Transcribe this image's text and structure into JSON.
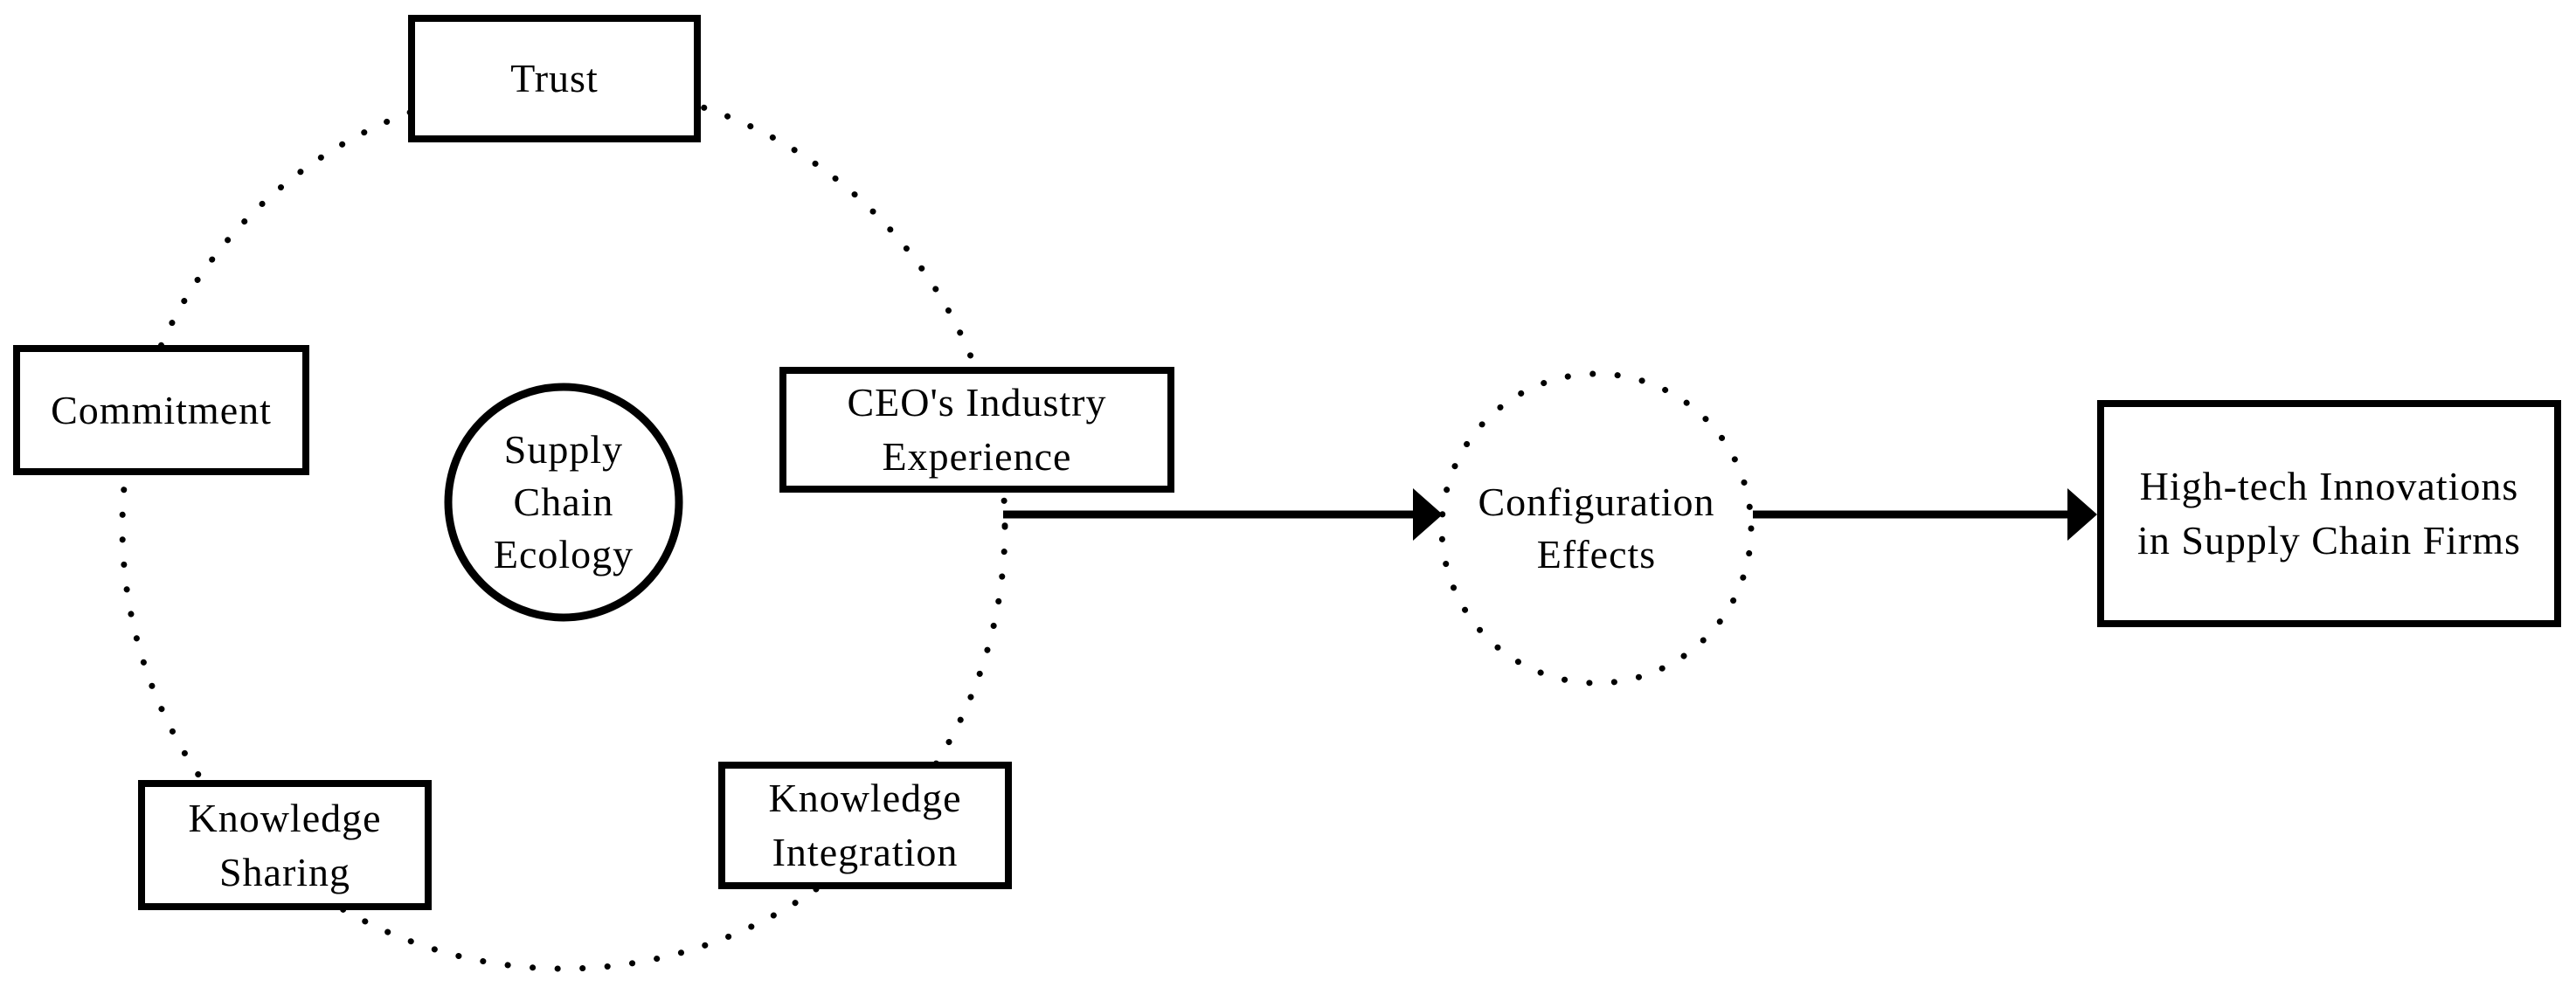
{
  "figure": {
    "background_color": "#ffffff",
    "ink_color": "#000000",
    "type": "conceptual-model-diagram"
  },
  "nodes": {
    "trust": {
      "label": "Trust",
      "shape": "rectangle"
    },
    "commitment": {
      "label": "Commitment",
      "shape": "rectangle"
    },
    "knowledge_sharing": {
      "label": "Knowledge\nSharing",
      "shape": "rectangle"
    },
    "knowledge_integration": {
      "label": "Knowledge\nIntegration",
      "shape": "rectangle"
    },
    "ceo_industry_experience": {
      "label": "CEO's Industry\nExperience",
      "shape": "rectangle"
    },
    "supply_chain_ecology": {
      "label": "Supply\nChain\nEcology",
      "shape": "solid-circle"
    },
    "configuration_effects": {
      "label": "Configuration\nEffects",
      "shape": "dotted-circle"
    },
    "high_tech_innovations": {
      "label": "High-tech Innovations\nin Supply Chain Firms",
      "shape": "rectangle"
    }
  },
  "groups": {
    "ecosystem_boundary": {
      "shape": "dotted-ellipse",
      "members": [
        "trust",
        "commitment",
        "knowledge_sharing",
        "knowledge_integration",
        "ceo_industry_experience",
        "supply_chain_ecology"
      ]
    }
  },
  "edges": [
    {
      "from": "ecosystem_boundary",
      "to": "configuration_effects",
      "style": "solid-arrow"
    },
    {
      "from": "configuration_effects",
      "to": "high_tech_innovations",
      "style": "solid-arrow"
    }
  ]
}
